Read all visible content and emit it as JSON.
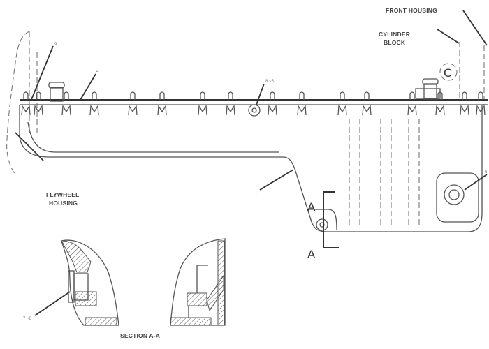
{
  "labels": {
    "front_housing": "FRONT HOUSING",
    "cylinder_block_1": "CYLINDER",
    "cylinder_block_2": "BLOCK",
    "flywheel_housing_1": "FLYWHEEL",
    "flywheel_housing_2": "HOUSING",
    "section_title": "SECTION A-A",
    "section_a_top": "A",
    "section_a_bottom": "A",
    "detail_c": "C"
  },
  "callouts": {
    "c9": "9",
    "c4": "4",
    "c8": "8 ~5",
    "c1": "1",
    "c7": "7 ~6",
    "c6": "6"
  }
}
